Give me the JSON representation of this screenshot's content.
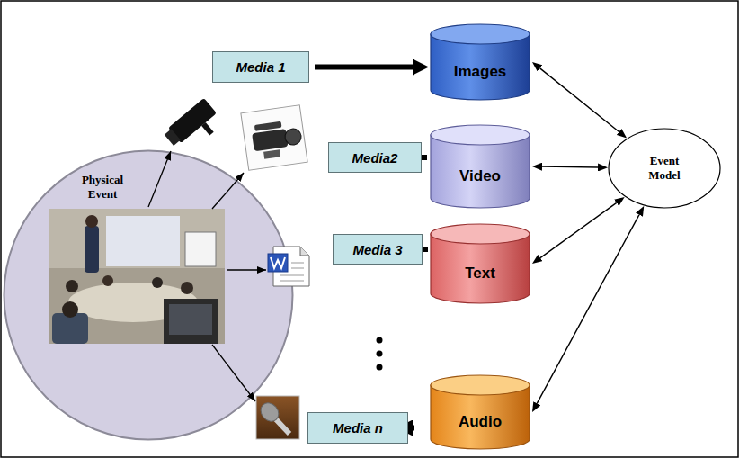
{
  "diagram": {
    "nodes": [
      {
        "text": [
          "Physical Event"
        ]
      },
      {
        "text": [
          "Media 1"
        ]
      },
      {
        "text": [
          "Images"
        ]
      },
      {
        "text": [
          "Media2"
        ]
      },
      {
        "text": [
          "Video"
        ]
      },
      {
        "text": [
          "Media 3"
        ]
      },
      {
        "text": [
          "Text"
        ]
      },
      {
        "text": [
          "Media n"
        ]
      },
      {
        "text": [
          "Audio"
        ]
      },
      {
        "text": [
          "Event Model"
        ]
      }
    ],
    "edges": [
      {
        "from": 1,
        "to": 2,
        "arrow": "to"
      },
      {
        "from": 3,
        "to": 4,
        "arrow": "to"
      },
      {
        "from": 5,
        "to": 6,
        "arrow": "to"
      },
      {
        "from": 7,
        "to": 8,
        "arrow": "to"
      },
      {
        "from": 2,
        "to": 9,
        "arrow": "both"
      },
      {
        "from": 4,
        "to": 9,
        "arrow": "both"
      },
      {
        "from": 6,
        "to": 9,
        "arrow": "both"
      },
      {
        "from": 8,
        "to": 9,
        "arrow": "both"
      }
    ]
  }
}
